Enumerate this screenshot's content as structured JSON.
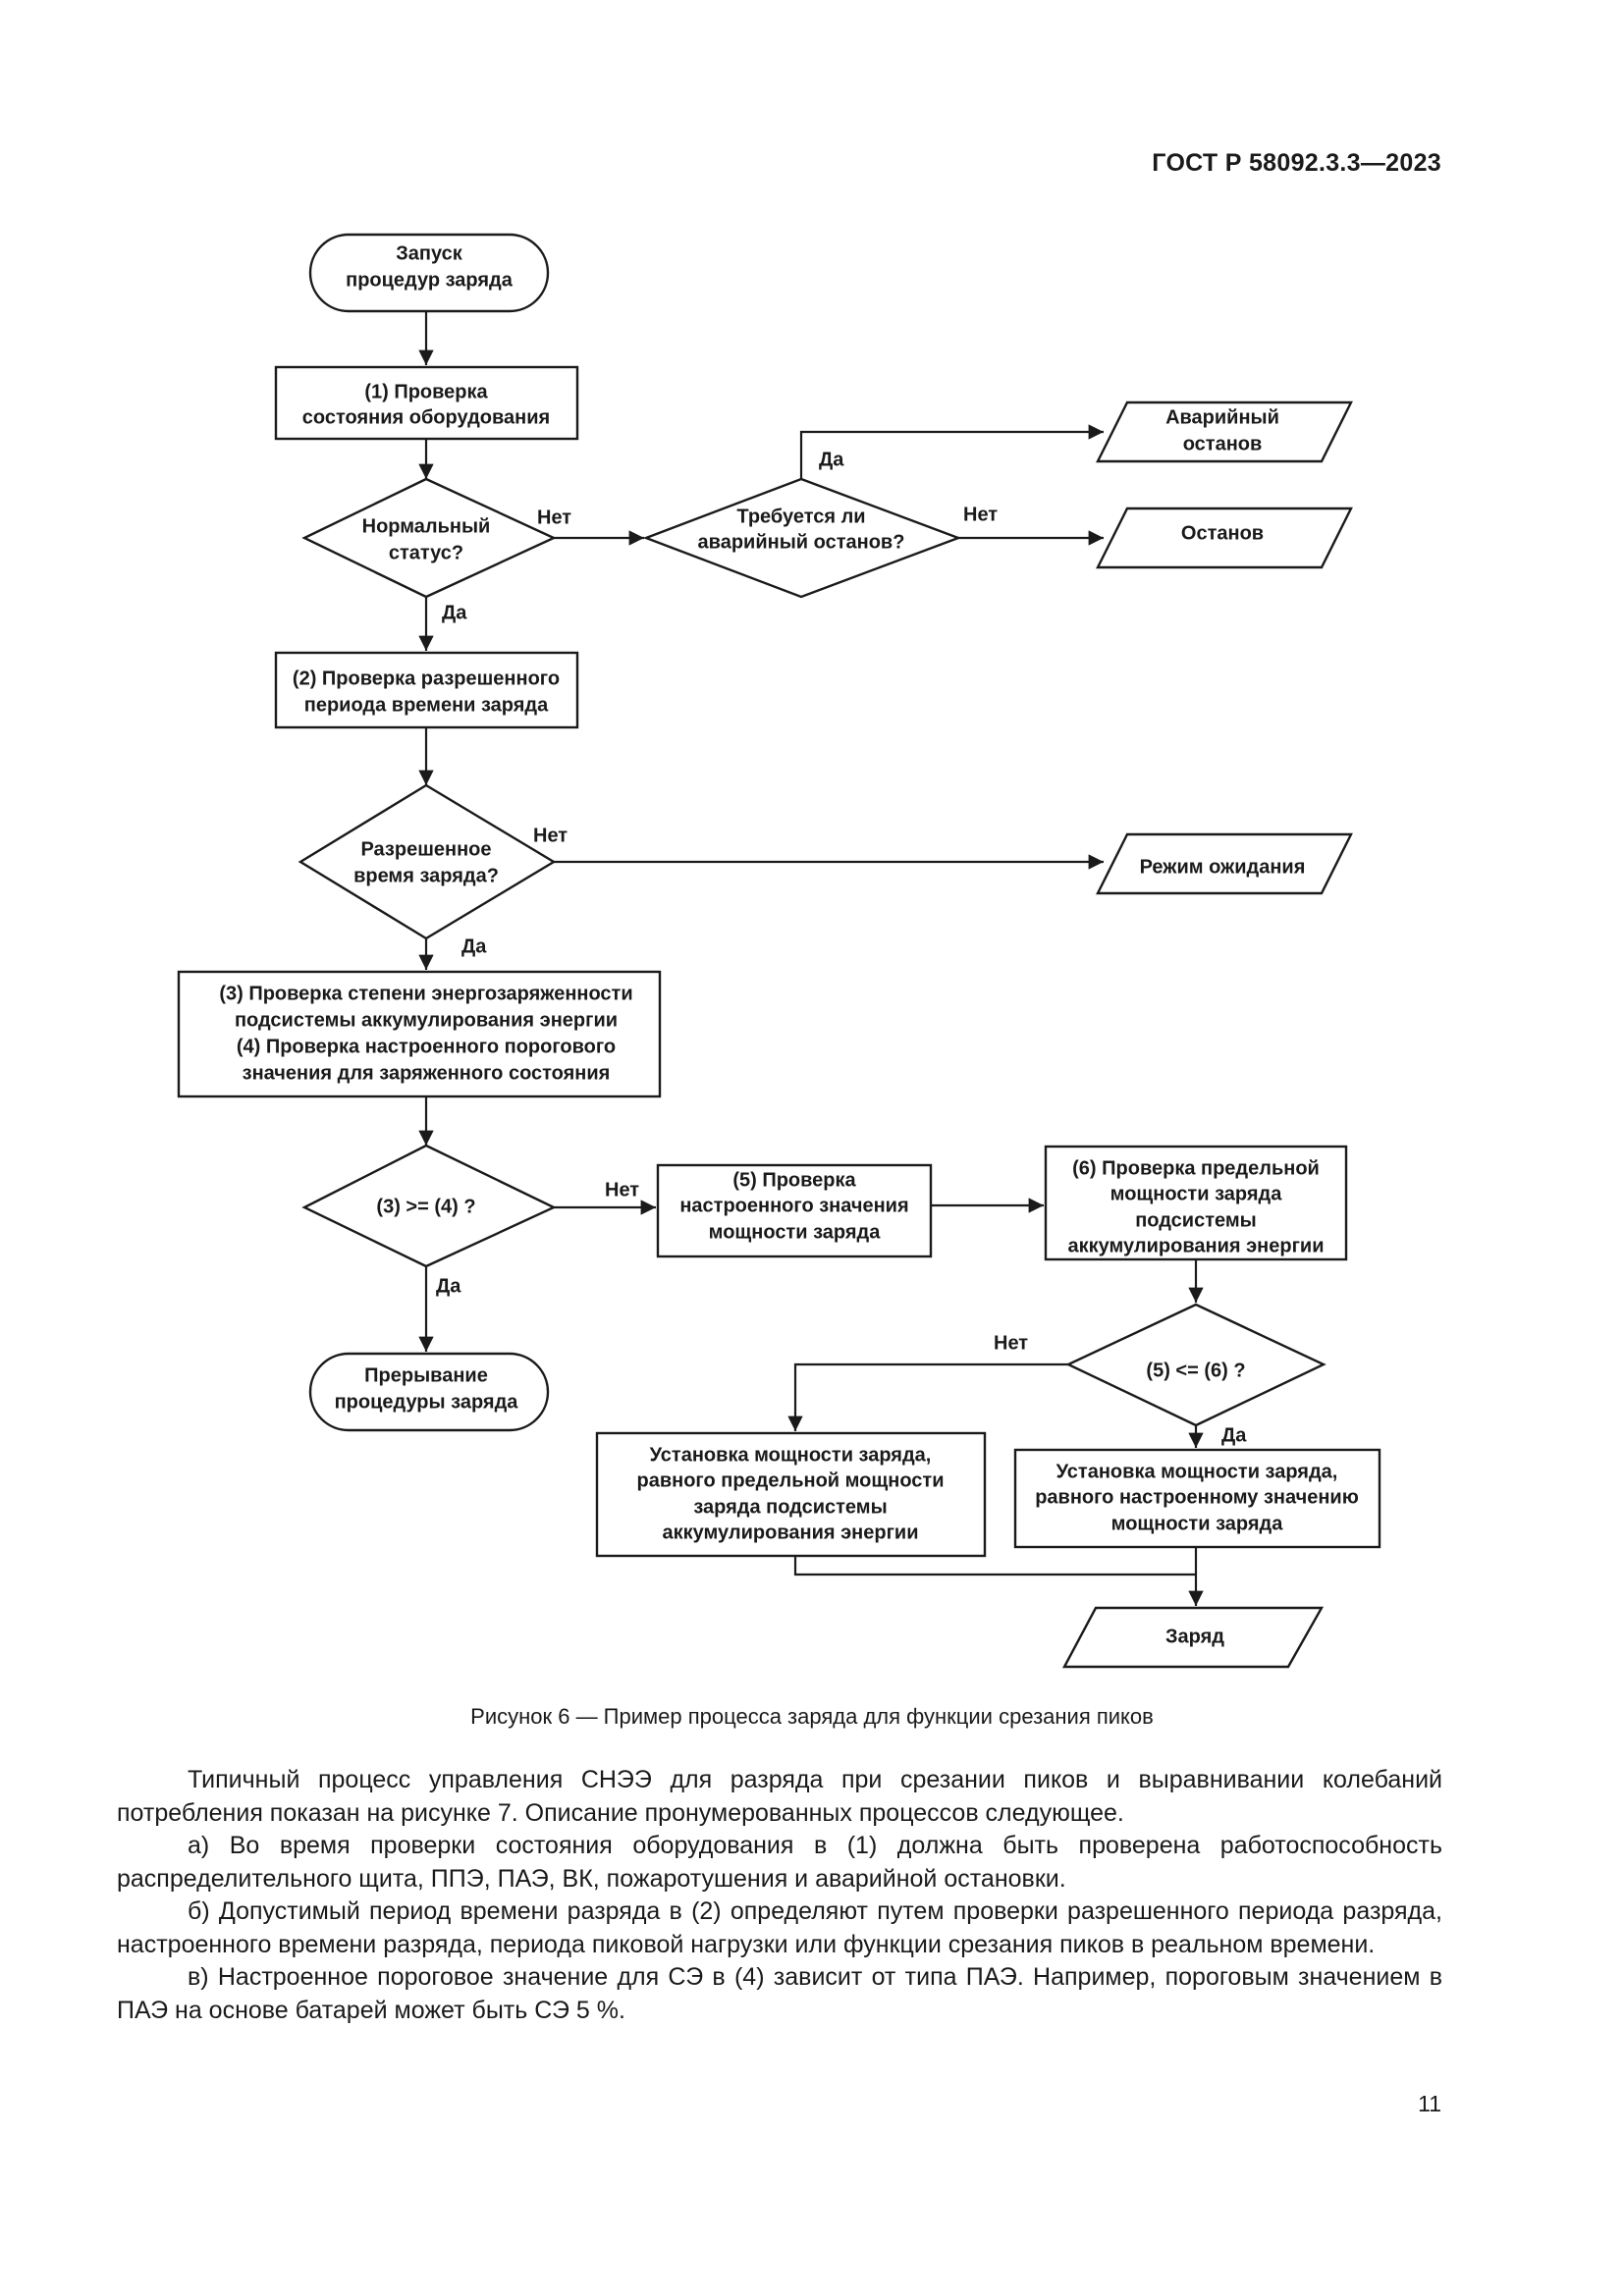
{
  "header": {
    "doc_code": "ГОСТ Р 58092.3.3—2023"
  },
  "flowchart": {
    "nodes": {
      "start": [
        "Запуск",
        "процедур заряда"
      ],
      "p1": [
        "(1) Проверка",
        "состояния оборудования"
      ],
      "d_normal": [
        "Нормальный",
        "статус?"
      ],
      "d_emergency": [
        "Требуется ли",
        "аварийный останов?"
      ],
      "o_emergency_stop": [
        "Аварийный",
        "останов"
      ],
      "o_stop": [
        "Останов"
      ],
      "p2": [
        "(2) Проверка разрешенного",
        "периода времени заряда"
      ],
      "d_time": [
        "Разрешенное",
        "время заряда?"
      ],
      "o_wait": [
        "Режим ожидания"
      ],
      "p34": [
        "(3) Проверка степени энергозаряженности",
        "подсистемы аккумулирования энергии",
        "(4) Проверка настроенного порогового",
        "значения для заряженного состояния"
      ],
      "d_34": [
        "(3) >= (4) ?"
      ],
      "p5": [
        "(5) Проверка",
        "настроенного значения",
        "мощности заряда"
      ],
      "p6": [
        "(6) Проверка предельной",
        "мощности заряда",
        "подсистемы",
        "аккумулирования энергии"
      ],
      "end_abort": [
        "Прерывание",
        "процедуры заряда"
      ],
      "d_56": [
        "(5) <= (6) ?"
      ],
      "p_set_limit": [
        "Установка мощности заряда,",
        "равного предельной мощности",
        "заряда подсистемы",
        "аккумулирования энергии"
      ],
      "p_set_cfg": [
        "Установка мощности заряда,",
        "равного настроенному значению",
        "мощности заряда"
      ],
      "o_charge": [
        "Заряд"
      ]
    },
    "labels": {
      "yes": "Да",
      "no": "Нет"
    }
  },
  "caption": "Рисунок 6 — Пример процесса заряда для функции срезания пиков",
  "body": {
    "intro": "Типичный процесс управления СНЭЭ для разряда при срезании пиков и выравнивании колебаний потребления показан на рисунке 7. Описание пронумерованных процессов следующее.",
    "items": [
      "а) Во время проверки состояния оборудования в (1) должна быть проверена работоспособность распределительного щита, ППЭ, ПАЭ, ВК, пожаротушения и аварийной остановки.",
      "б) Допустимый период времени разряда в (2) определяют путем проверки разрешенного периода разряда, настроенного времени разряда, периода пиковой нагрузки или функции срезания пиков в реальном времени.",
      "в) Настроенное пороговое значение для СЭ в (4) зависит от типа ПАЭ. Например, пороговым значением в ПАЭ на основе батарей может быть СЭ 5 %."
    ]
  },
  "page_number": "11"
}
